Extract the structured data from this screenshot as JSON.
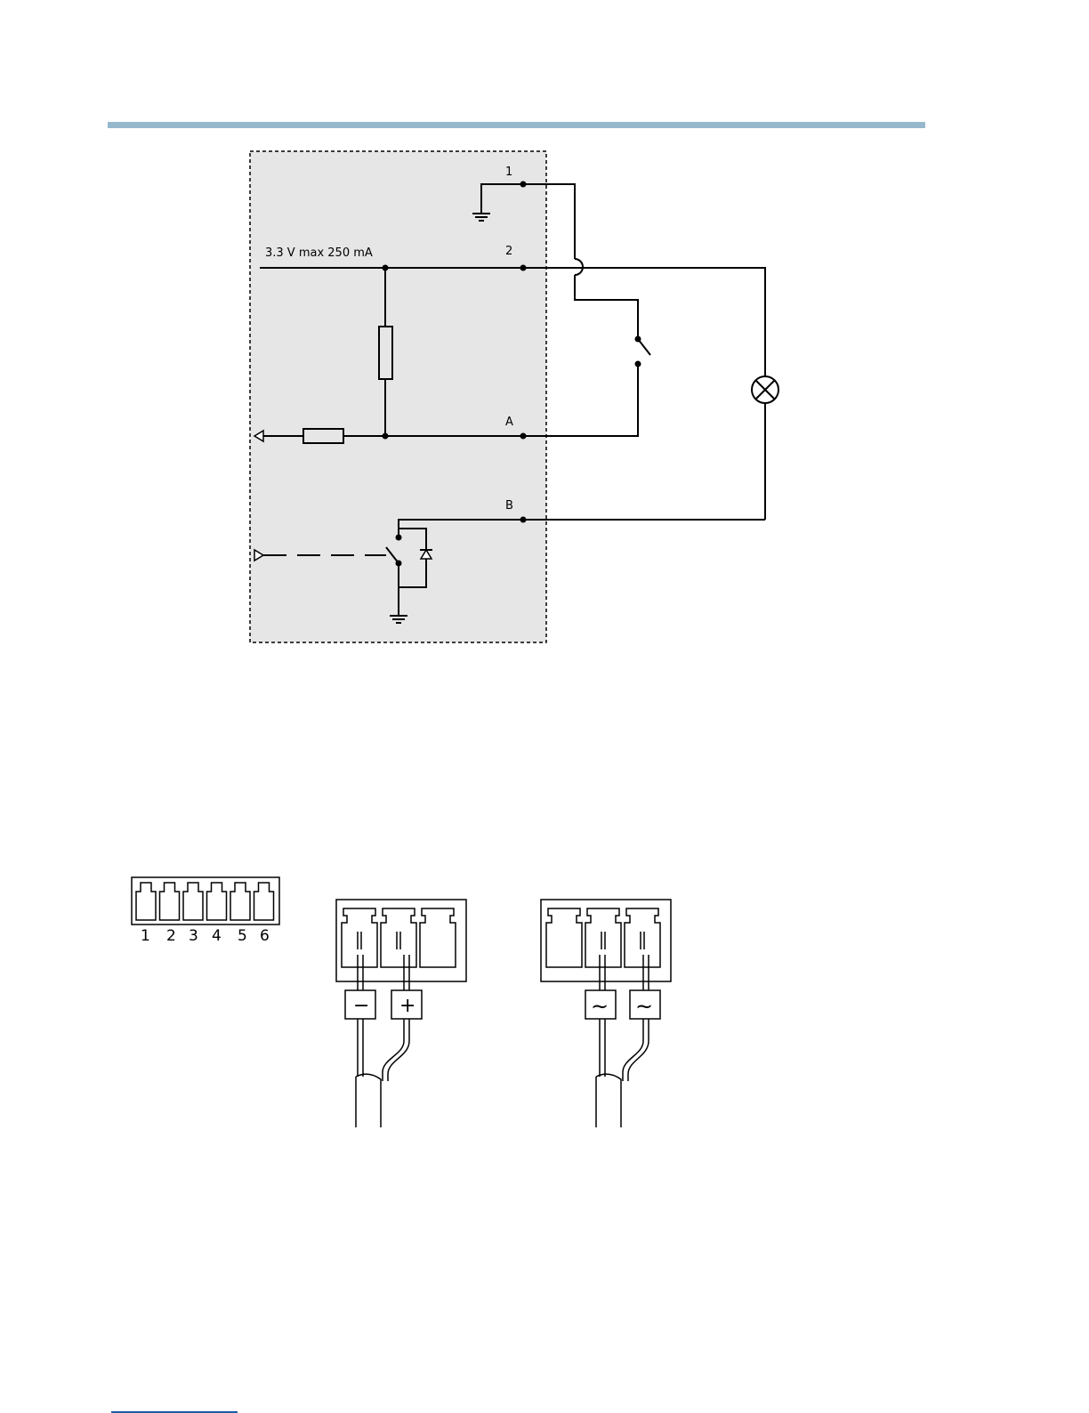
{
  "circuit": {
    "supply_label": "3.3 V max 250 mA",
    "pins": {
      "p1": "1",
      "p2": "2",
      "pA": "A",
      "pB": "B"
    }
  },
  "connector": {
    "pin_numbers": [
      "1",
      "2",
      "3",
      "4",
      "5",
      "6"
    ]
  },
  "power_dc": {
    "minus": "−",
    "plus": "+"
  },
  "power_ac": {
    "ac1": "~",
    "ac2": "~"
  }
}
